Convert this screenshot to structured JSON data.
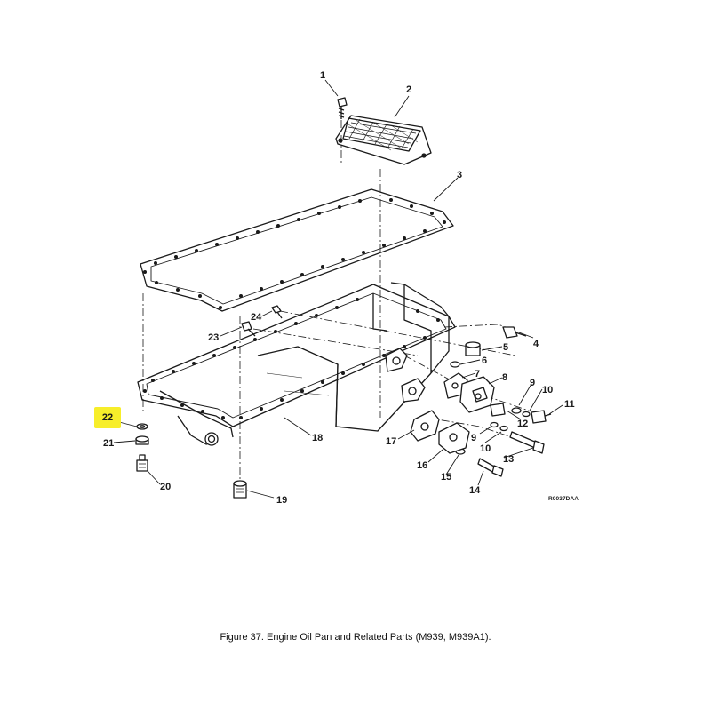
{
  "figure": {
    "caption": "Figure  37.   Engine Oil Pan and Related Parts (M939, M939A1).",
    "drawing_code": "R0037DAA",
    "highlighted_callout": "22",
    "highlight_color": "#f7ee2a"
  },
  "callouts": [
    "1",
    "2",
    "3",
    "4",
    "5",
    "6",
    "7",
    "8",
    "9",
    "10",
    "11",
    "12",
    "9",
    "10",
    "13",
    "14",
    "15",
    "16",
    "17",
    "18",
    "19",
    "20",
    "21",
    "23",
    "24"
  ]
}
